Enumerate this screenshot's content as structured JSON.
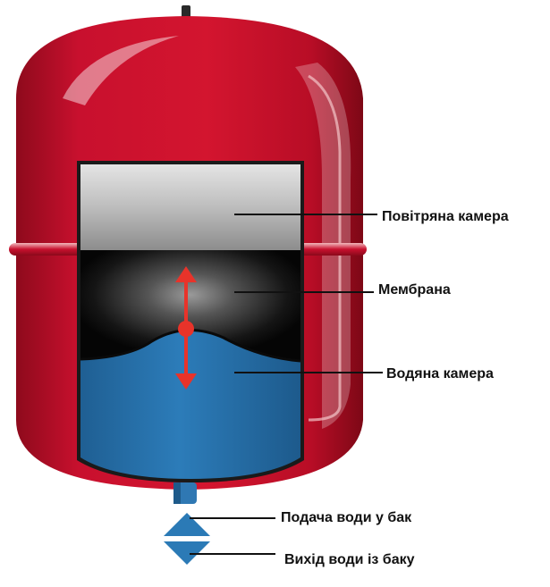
{
  "labels": {
    "air_chamber": "Повітряна камера",
    "membrane": "Мембрана",
    "water_chamber": "Водяна камера",
    "water_inflow": "Подача води у бак",
    "water_outflow": "Вихід води із баку"
  },
  "colors": {
    "tank_red": "#c8102e",
    "air_chamber_gray": "#c4c4c4",
    "membrane_dark": "#111111",
    "water_blue": "#2a79b6",
    "arrow_red": "#e8332a",
    "flow_icon_blue": "#2b7ab6"
  },
  "icons": {
    "membrane_motion": "double-vertical-arrow-icon",
    "inflow": "triangle-up-icon",
    "outflow": "triangle-down-icon"
  }
}
